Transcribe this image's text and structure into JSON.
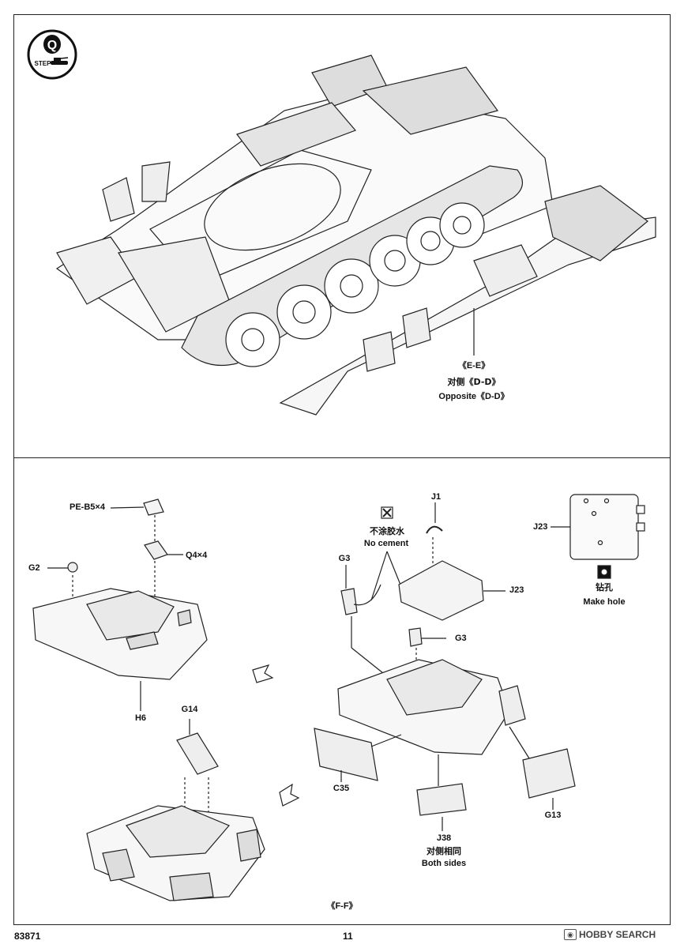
{
  "step": {
    "letter": "Q",
    "word": "STEP"
  },
  "top_section": {
    "ref_label": "《E-E》",
    "opposite_cn": "对侧《D-D》",
    "opposite_en": "Opposite《D-D》"
  },
  "bottom_section": {
    "left_group": {
      "pe_label": "PE-B5×4",
      "q4_label": "Q4×4",
      "g2_label": "G2",
      "h6_label": "H6",
      "g14_label": "G14"
    },
    "right_group": {
      "no_cement_cn": "不涂胶水",
      "no_cement_en": "No cement",
      "j1_label": "J1",
      "g3_label_a": "G3",
      "g3_label_b": "G3",
      "j23_label_a": "J23",
      "j23_label_b": "J23",
      "make_hole_cn": "钻孔",
      "make_hole_en": "Make hole",
      "c35_label": "C35",
      "g13_label": "G13",
      "j38_label": "J38",
      "both_sides_cn": "对侧相同",
      "both_sides_en": "Both sides"
    },
    "ff_label": "《F-F》"
  },
  "footer": {
    "code": "83871",
    "page": "11",
    "watermark": "HOBBY SEARCH"
  }
}
